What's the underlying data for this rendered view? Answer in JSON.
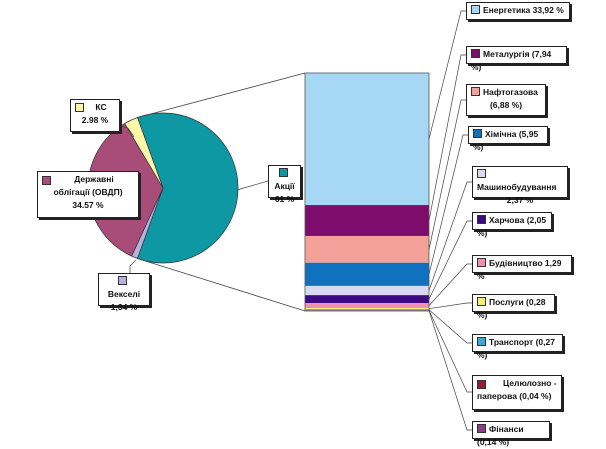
{
  "chart_data": {
    "type": "bar-of-pie",
    "title": "",
    "pie": {
      "slices": [
        {
          "name": "Акції",
          "value": 61,
          "label": "61 %",
          "color": "#0e98a3"
        },
        {
          "name": "Векселі",
          "value": 1.34,
          "label": "1,34 %",
          "color": "#b3b2e0"
        },
        {
          "name": "Державні облігації (ОВДП)",
          "value": 34.57,
          "label": "34.57 %",
          "color": "#a84d7a"
        },
        {
          "name": "КС",
          "value": 2.98,
          "label": "2.98 %",
          "color": "#fdf7a8"
        }
      ]
    },
    "bar": {
      "parent": "Акції",
      "segments": [
        {
          "name": "Енергетика",
          "value": 33.92,
          "label": "Енергетика 33,92 %",
          "color": "#a6d8f5"
        },
        {
          "name": "Металургія",
          "value": 7.94,
          "label": "Металургія (7,94 %)",
          "color": "#7d0c6c"
        },
        {
          "name": "Нафтогазова",
          "value": 6.88,
          "label": "Нафтогазова (6,88 %)",
          "color": "#f4a199"
        },
        {
          "name": "Хімічна",
          "value": 5.95,
          "label": "Хімічна (5,95 %)",
          "color": "#0e72bf"
        },
        {
          "name": "Машинобудування",
          "value": 2.37,
          "label": "Машинобудування 2,37 %",
          "color": "#d9d9ef"
        },
        {
          "name": "Харчова",
          "value": 2.05,
          "label": "Харчова (2,05 %)",
          "color": "#3b0a84"
        },
        {
          "name": "Будівництво",
          "value": 1.29,
          "label": "Будівництво 1,29 %",
          "color": "#f28fb0"
        },
        {
          "name": "Послуги",
          "value": 0.28,
          "label": "Послуги (0,28 %)",
          "color": "#f4f06b"
        },
        {
          "name": "Транспорт",
          "value": 0.27,
          "label": "Транспорт (0,27 %)",
          "color": "#39a9d8"
        },
        {
          "name": "Целюлозно - паперова",
          "value": 0.04,
          "label": "Целюлозно - паперова (0,04 %)",
          "color": "#9b1b34"
        },
        {
          "name": "Фінанси",
          "value": 0.14,
          "label": "Фінанси (0,14 %)",
          "color": "#8b3c8a"
        }
      ]
    },
    "legend": "data labels"
  },
  "labels": {
    "akcii": {
      "name": "Акції",
      "value": "61 %"
    },
    "vekseli": {
      "name": "Векселі",
      "value": "1,34 %"
    },
    "ovdp": {
      "line1": "Державні",
      "line2": "облігації (ОВДП)",
      "value": "34.57 %"
    },
    "ks": {
      "name": "КС",
      "value": "2.98 %"
    },
    "energetyka": "Енергетика 33,92 %",
    "metalurgiya": "Металургія (7,94 %)",
    "naftogaz": {
      "line1": "Нафтогазова",
      "line2": "(6,88 %)"
    },
    "khimichna": "Хімічна (5,95 %)",
    "mashyno": {
      "line1": "Машинобудування",
      "line2": "2,37 %"
    },
    "kharchova": "Харчова (2,05 %)",
    "budivnytstvo": "Будівництво 1,29 %",
    "posluhy": "Послуги (0,28 %)",
    "transport": "Транспорт (0,27 %)",
    "tselyuloza": {
      "line1": "Целюлозно -",
      "line2": "паперова (0,04 %)"
    },
    "finansy": "Фінанси (0,14 %)"
  }
}
